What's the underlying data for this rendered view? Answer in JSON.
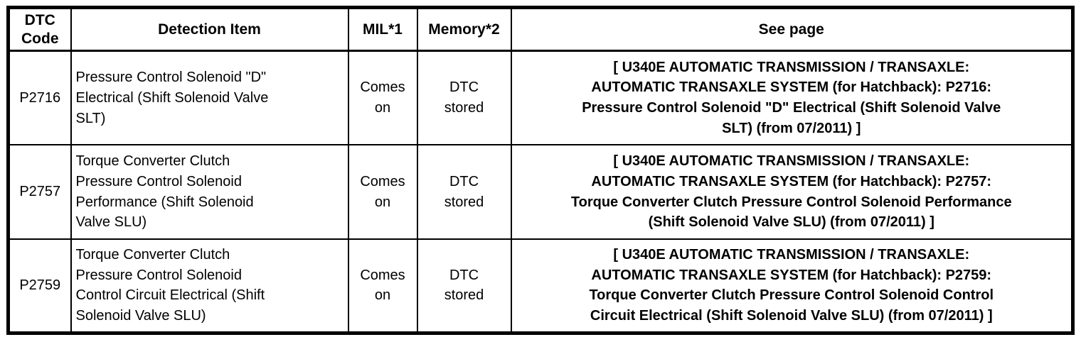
{
  "table": {
    "headers": {
      "dtc_code": "DTC\nCode",
      "detection_item": "Detection Item",
      "mil": "MIL*1",
      "memory": "Memory*2",
      "see_page": "See page"
    },
    "rows": [
      {
        "dtc_code": "P2716",
        "detection_item": "Pressure Control Solenoid \"D\"\nElectrical (Shift Solenoid Valve\nSLT)",
        "mil": "Comes\non",
        "memory": "DTC\nstored",
        "see_page": "[ U340E AUTOMATIC TRANSMISSION / TRANSAXLE:\nAUTOMATIC TRANSAXLE SYSTEM (for Hatchback): P2716:\nPressure Control Solenoid \"D\" Electrical (Shift Solenoid Valve\nSLT) (from 07/2011) ]"
      },
      {
        "dtc_code": "P2757",
        "detection_item": "Torque Converter Clutch\nPressure Control Solenoid\nPerformance (Shift Solenoid\nValve SLU)",
        "mil": "Comes\non",
        "memory": "DTC\nstored",
        "see_page": "[ U340E AUTOMATIC TRANSMISSION / TRANSAXLE:\nAUTOMATIC TRANSAXLE SYSTEM (for Hatchback): P2757:\nTorque Converter Clutch Pressure Control Solenoid Performance\n(Shift Solenoid Valve SLU) (from 07/2011) ]"
      },
      {
        "dtc_code": "P2759",
        "detection_item": "Torque Converter Clutch\nPressure Control Solenoid\nControl Circuit Electrical (Shift\nSolenoid Valve SLU)",
        "mil": "Comes\non",
        "memory": "DTC\nstored",
        "see_page": "[ U340E AUTOMATIC TRANSMISSION / TRANSAXLE:\nAUTOMATIC TRANSAXLE SYSTEM (for Hatchback): P2759:\nTorque Converter Clutch Pressure Control Solenoid Control\nCircuit Electrical (Shift Solenoid Valve SLU) (from 07/2011) ]"
      }
    ]
  }
}
